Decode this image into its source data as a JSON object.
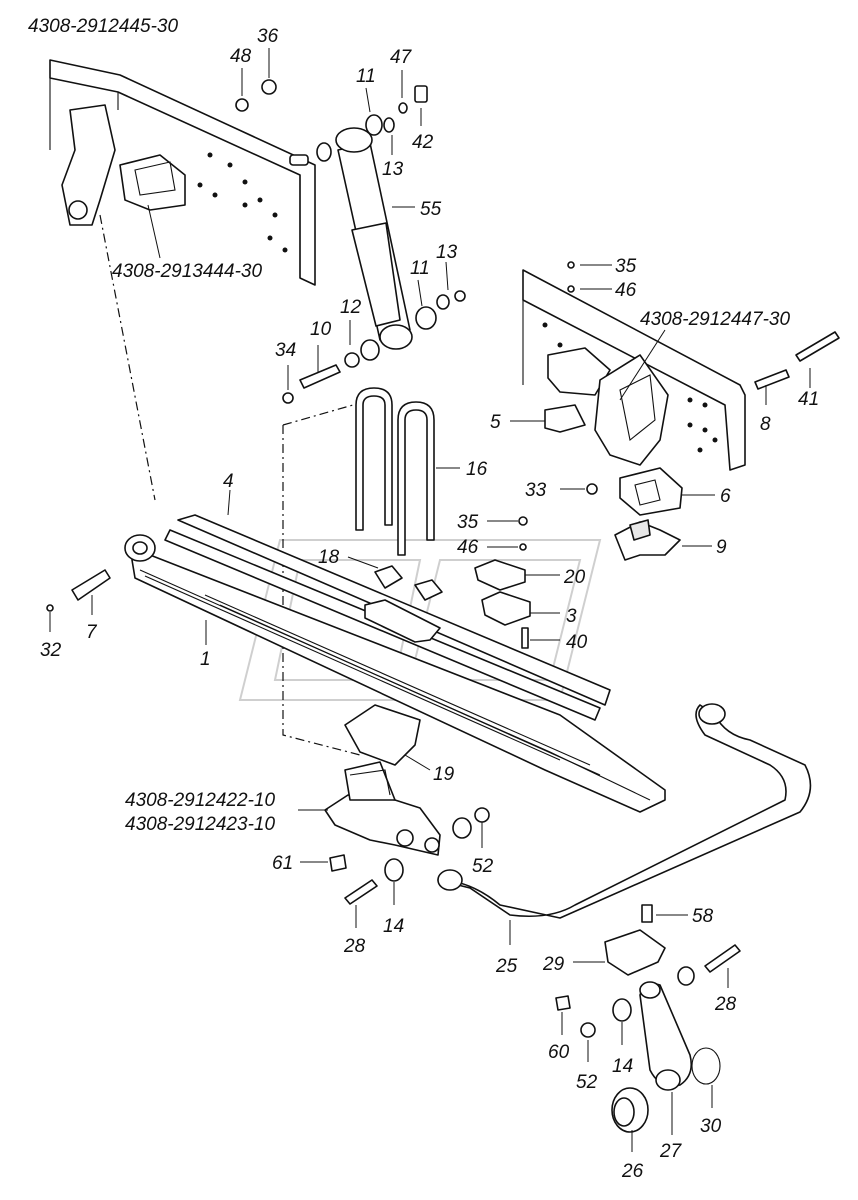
{
  "part_numbers": {
    "frame_left": "4308-2912445-30",
    "bracket_left": "4308-2913444-30",
    "frame_right": "4308-2912447-30",
    "rear_bracket_1": "4308-2912422-10",
    "rear_bracket_2": "4308-2912423-10"
  },
  "callouts": [
    {
      "n": "1"
    },
    {
      "n": "3"
    },
    {
      "n": "4"
    },
    {
      "n": "5"
    },
    {
      "n": "6"
    },
    {
      "n": "7"
    },
    {
      "n": "8"
    },
    {
      "n": "9"
    },
    {
      "n": "10"
    },
    {
      "n": "11"
    },
    {
      "n": "11"
    },
    {
      "n": "12"
    },
    {
      "n": "13"
    },
    {
      "n": "13"
    },
    {
      "n": "14"
    },
    {
      "n": "14"
    },
    {
      "n": "16"
    },
    {
      "n": "18"
    },
    {
      "n": "19"
    },
    {
      "n": "20"
    },
    {
      "n": "25"
    },
    {
      "n": "26"
    },
    {
      "n": "27"
    },
    {
      "n": "28"
    },
    {
      "n": "28"
    },
    {
      "n": "29"
    },
    {
      "n": "30"
    },
    {
      "n": "32"
    },
    {
      "n": "33"
    },
    {
      "n": "34"
    },
    {
      "n": "35"
    },
    {
      "n": "35"
    },
    {
      "n": "36"
    },
    {
      "n": "40"
    },
    {
      "n": "41"
    },
    {
      "n": "42"
    },
    {
      "n": "46"
    },
    {
      "n": "46"
    },
    {
      "n": "47"
    },
    {
      "n": "48"
    },
    {
      "n": "52"
    },
    {
      "n": "52"
    },
    {
      "n": "55"
    },
    {
      "n": "58"
    },
    {
      "n": "60"
    },
    {
      "n": "61"
    }
  ]
}
